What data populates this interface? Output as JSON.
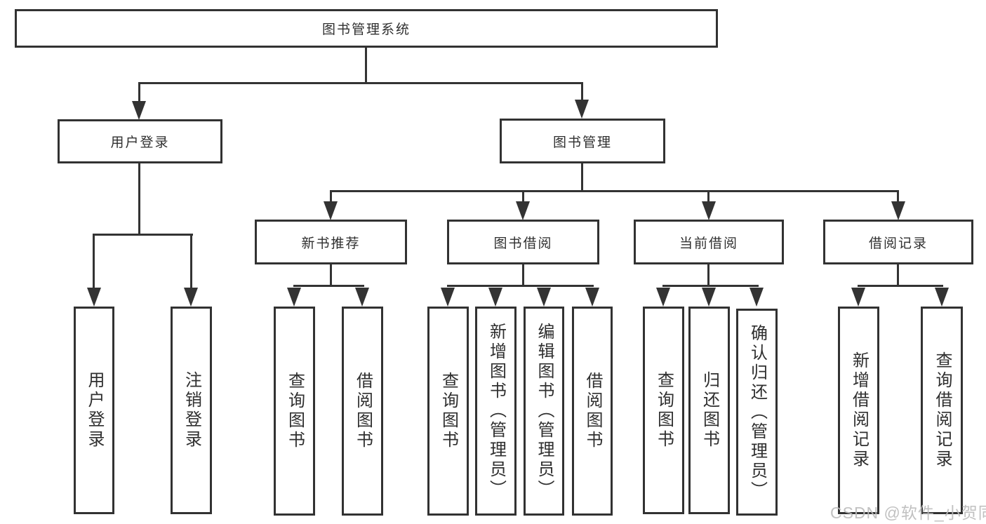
{
  "diagram_title": "图书管理系统",
  "nodes": {
    "root": {
      "label": "图书管理系统"
    },
    "user_login": {
      "label": "用户登录"
    },
    "book_mgmt": {
      "label": "图书管理"
    },
    "new_book_rec": {
      "label": "新书推荐"
    },
    "book_borrow": {
      "label": "图书借阅"
    },
    "current_borrow": {
      "label": "当前借阅"
    },
    "borrow_records": {
      "label": "借阅记录"
    },
    "leaf_user_login": {
      "label": "用户登录"
    },
    "leaf_logout": {
      "label": "注销登录"
    },
    "leaf_query_book_rec": {
      "label": "查询图书"
    },
    "leaf_borrow_book_rec": {
      "label": "借阅图书"
    },
    "leaf_query_book_borrow": {
      "label": "查询图书"
    },
    "leaf_add_book": {
      "label": "新增图书（管理员）"
    },
    "leaf_edit_book": {
      "label": "编辑图书（管理员）"
    },
    "leaf_borrow_book_borrow": {
      "label": "借阅图书"
    },
    "leaf_query_book_current": {
      "label": "查询图书"
    },
    "leaf_return_book": {
      "label": "归还图书"
    },
    "leaf_confirm_return": {
      "label": "确认归还（管理员）"
    },
    "leaf_add_borrow_record": {
      "label": "新增借阅记录"
    },
    "leaf_query_borrow_record": {
      "label": "查询借阅记录"
    }
  },
  "hierarchy": {
    "图书管理系统": {
      "用户登录": [
        "用户登录",
        "注销登录"
      ],
      "图书管理": {
        "新书推荐": [
          "查询图书",
          "借阅图书"
        ],
        "图书借阅": [
          "查询图书",
          "新增图书（管理员）",
          "编辑图书（管理员）",
          "借阅图书"
        ],
        "当前借阅": [
          "查询图书",
          "归还图书",
          "确认归还（管理员）"
        ],
        "借阅记录": [
          "新增借阅记录",
          "查询借阅记录"
        ]
      }
    }
  },
  "watermark": {
    "text": "CSDN @软件_小贺同学"
  },
  "colors": {
    "line": "#333333",
    "box_border": "#323232",
    "text": "#2f2f2f",
    "watermark": "#bababa",
    "background": "#ffffff"
  }
}
